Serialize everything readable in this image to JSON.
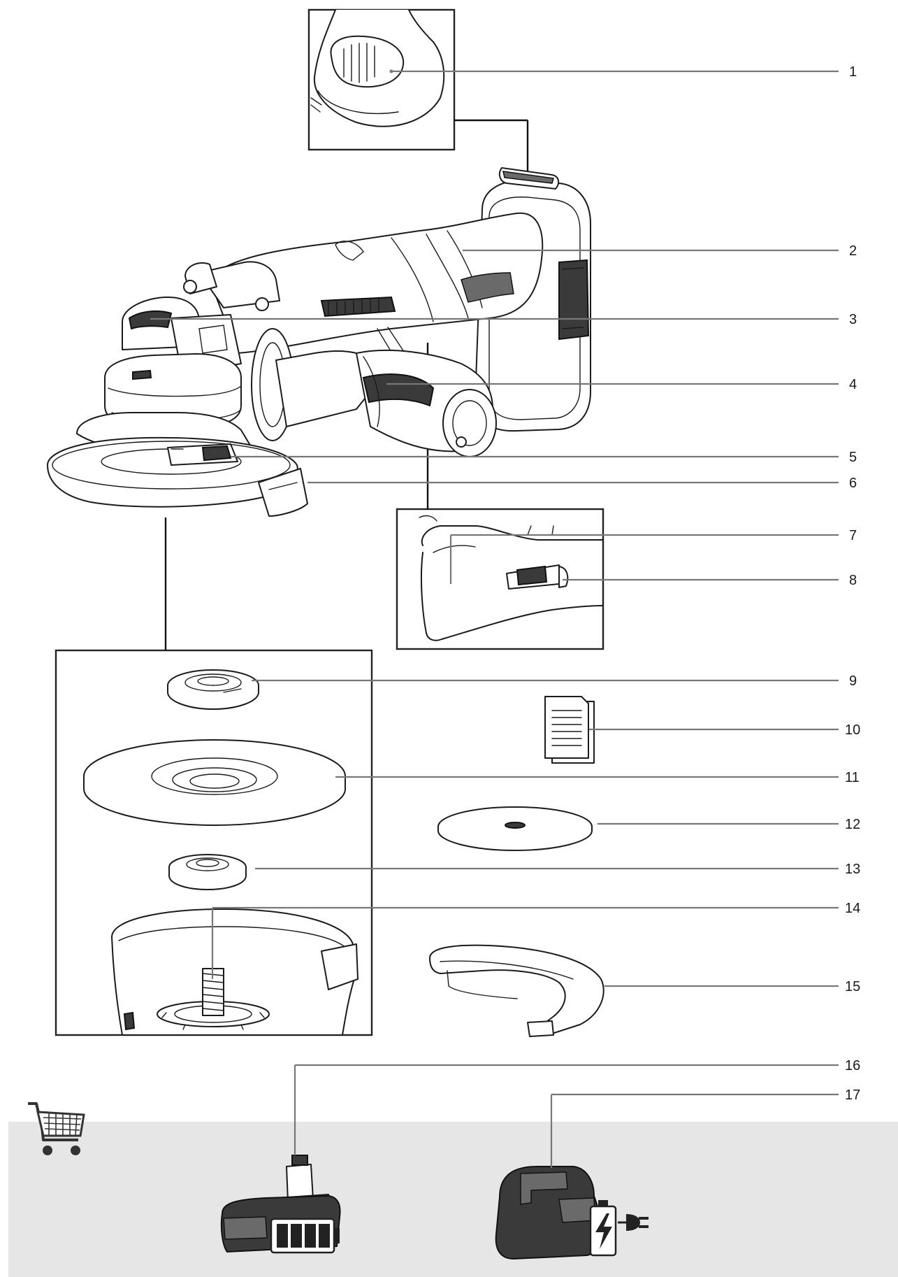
{
  "callouts": [
    {
      "label": "1"
    },
    {
      "label": "2"
    },
    {
      "label": "3"
    },
    {
      "label": "4"
    },
    {
      "label": "5"
    },
    {
      "label": "6"
    },
    {
      "label": "7"
    },
    {
      "label": "8"
    },
    {
      "label": "9"
    },
    {
      "label": "10"
    },
    {
      "label": "11"
    },
    {
      "label": "12"
    },
    {
      "label": "13"
    },
    {
      "label": "14"
    },
    {
      "label": "15"
    },
    {
      "label": "16"
    },
    {
      "label": "17"
    }
  ],
  "icons": {
    "cart": "shopping-cart-icon",
    "battery_level": "battery-level-icon",
    "charging": "charging-battery-icon",
    "plug": "power-plug-icon"
  },
  "colors": {
    "accessory_band": "#e6e6e6",
    "leader_line": "#777777",
    "outline": "#1b1b1b"
  }
}
